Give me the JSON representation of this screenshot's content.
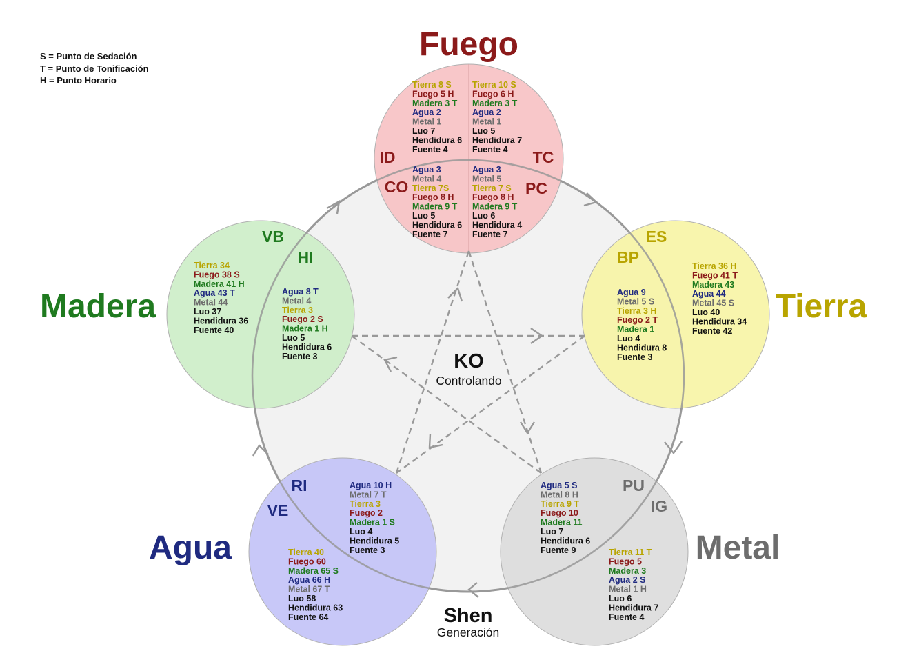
{
  "legend": [
    "S = Punto de Sedación",
    "T = Punto de Tonificación",
    "H = Punto Horario"
  ],
  "colors": {
    "fuego": "#8b1a1a",
    "tierra": "#b8a400",
    "madera": "#1f7a1f",
    "agua": "#1f2a80",
    "metal": "#6d6d6d",
    "black": "#111111",
    "fuego_fill": "#f7c2c4",
    "madera_fill": "#cdeec8",
    "tierra_fill": "#f7f4a6",
    "agua_fill": "#c3c3f7",
    "metal_fill": "#dcdcdc",
    "center_fill": "#f2f2f2",
    "line": "#999999"
  },
  "center": {
    "ko": "KO",
    "ko_sub": "Controlando",
    "shen": "Shen",
    "shen_sub": "Generación"
  },
  "elements": {
    "fuego": {
      "name": "Fuego",
      "organs": {
        "id": "ID",
        "tc": "TC",
        "co": "CO",
        "pc": "PC"
      },
      "lists": {
        "id": [
          {
            "t": "Tierra 8 S",
            "c": "tierra"
          },
          {
            "t": "Fuego 5 H",
            "c": "fuego"
          },
          {
            "t": "Madera 3 T",
            "c": "madera"
          },
          {
            "t": "Agua 2",
            "c": "agua"
          },
          {
            "t": "Metal 1",
            "c": "metal"
          },
          {
            "t": "Luo 7",
            "c": "black"
          },
          {
            "t": "Hendidura 6",
            "c": "black"
          },
          {
            "t": "Fuente 4",
            "c": "black"
          }
        ],
        "tc": [
          {
            "t": "Tierra 10 S",
            "c": "tierra"
          },
          {
            "t": "Fuego 6 H",
            "c": "fuego"
          },
          {
            "t": "Madera 3 T",
            "c": "madera"
          },
          {
            "t": "Agua 2",
            "c": "agua"
          },
          {
            "t": "Metal 1",
            "c": "metal"
          },
          {
            "t": "Luo 5",
            "c": "black"
          },
          {
            "t": "Hendidura 7",
            "c": "black"
          },
          {
            "t": "Fuente 4",
            "c": "black"
          }
        ],
        "co": [
          {
            "t": "Agua 3",
            "c": "agua"
          },
          {
            "t": "Metal 4",
            "c": "metal"
          },
          {
            "t": "Tierra 7S",
            "c": "tierra"
          },
          {
            "t": "Fuego 8 H",
            "c": "fuego"
          },
          {
            "t": "Madera 9 T",
            "c": "madera"
          },
          {
            "t": "Luo 5",
            "c": "black"
          },
          {
            "t": "Hendidura 6",
            "c": "black"
          },
          {
            "t": "Fuente 7",
            "c": "black"
          }
        ],
        "pc": [
          {
            "t": "Agua 3",
            "c": "agua"
          },
          {
            "t": "Metal 5",
            "c": "metal"
          },
          {
            "t": "Tierra 7 S",
            "c": "tierra"
          },
          {
            "t": "Fuego 8 H",
            "c": "fuego"
          },
          {
            "t": "Madera 9 T",
            "c": "madera"
          },
          {
            "t": "Luo 6",
            "c": "black"
          },
          {
            "t": "Hendidura 4",
            "c": "black"
          },
          {
            "t": "Fuente 7",
            "c": "black"
          }
        ]
      }
    },
    "madera": {
      "name": "Madera",
      "organs": {
        "vb": "VB",
        "hi": "HI"
      },
      "lists": {
        "vb": [
          {
            "t": "Tierra 34",
            "c": "tierra"
          },
          {
            "t": "Fuego 38 S",
            "c": "fuego"
          },
          {
            "t": "Madera 41 H",
            "c": "madera"
          },
          {
            "t": "Agua 43 T",
            "c": "agua"
          },
          {
            "t": "Metal 44",
            "c": "metal"
          },
          {
            "t": "Luo 37",
            "c": "black"
          },
          {
            "t": "Hendidura 36",
            "c": "black"
          },
          {
            "t": "Fuente 40",
            "c": "black"
          }
        ],
        "hi": [
          {
            "t": "Agua 8 T",
            "c": "agua"
          },
          {
            "t": "Metal 4",
            "c": "metal"
          },
          {
            "t": "Tierra 3",
            "c": "tierra"
          },
          {
            "t": "Fuego 2 S",
            "c": "fuego"
          },
          {
            "t": "Madera 1 H",
            "c": "madera"
          },
          {
            "t": "Luo 5",
            "c": "black"
          },
          {
            "t": "Hendidura 6",
            "c": "black"
          },
          {
            "t": "Fuente 3",
            "c": "black"
          }
        ]
      }
    },
    "tierra": {
      "name": "Tierra",
      "organs": {
        "es": "ES",
        "bp": "BP"
      },
      "lists": {
        "es": [
          {
            "t": "Tierra 36 H",
            "c": "tierra"
          },
          {
            "t": "Fuego 41 T",
            "c": "fuego"
          },
          {
            "t": "Madera 43",
            "c": "madera"
          },
          {
            "t": "Agua 44",
            "c": "agua"
          },
          {
            "t": "Metal 45 S",
            "c": "metal"
          },
          {
            "t": "Luo 40",
            "c": "black"
          },
          {
            "t": "Hendidura 34",
            "c": "black"
          },
          {
            "t": "Fuente 42",
            "c": "black"
          }
        ],
        "bp": [
          {
            "t": "Agua 9",
            "c": "agua"
          },
          {
            "t": "Metal 5 S",
            "c": "metal"
          },
          {
            "t": "Tierra 3 H",
            "c": "tierra"
          },
          {
            "t": "Fuego 2 T",
            "c": "fuego"
          },
          {
            "t": "Madera 1",
            "c": "madera"
          },
          {
            "t": "Luo 4",
            "c": "black"
          },
          {
            "t": "Hendidura 8",
            "c": "black"
          },
          {
            "t": "Fuente 3",
            "c": "black"
          }
        ]
      }
    },
    "agua": {
      "name": "Agua",
      "organs": {
        "ri": "RI",
        "ve": "VE"
      },
      "lists": {
        "ri": [
          {
            "t": "Agua 10 H",
            "c": "agua"
          },
          {
            "t": "Metal 7 T",
            "c": "metal"
          },
          {
            "t": "Tierra 3",
            "c": "tierra"
          },
          {
            "t": "Fuego 2",
            "c": "fuego"
          },
          {
            "t": "Madera 1 S",
            "c": "madera"
          },
          {
            "t": "Luo 4",
            "c": "black"
          },
          {
            "t": "Hendidura 5",
            "c": "black"
          },
          {
            "t": "Fuente 3",
            "c": "black"
          }
        ],
        "ve": [
          {
            "t": "Tierra 40",
            "c": "tierra"
          },
          {
            "t": "Fuego 60",
            "c": "fuego"
          },
          {
            "t": "Madera 65 S",
            "c": "madera"
          },
          {
            "t": "Agua 66 H",
            "c": "agua"
          },
          {
            "t": "Metal 67 T",
            "c": "metal"
          },
          {
            "t": "Luo 58",
            "c": "black"
          },
          {
            "t": "Hendidura 63",
            "c": "black"
          },
          {
            "t": "Fuente 64",
            "c": "black"
          }
        ]
      }
    },
    "metal": {
      "name": "Metal",
      "organs": {
        "pu": "PU",
        "ig": "IG"
      },
      "lists": {
        "pu": [
          {
            "t": "Agua 5 S",
            "c": "agua"
          },
          {
            "t": "Metal 8 H",
            "c": "metal"
          },
          {
            "t": "Tierra 9 T",
            "c": "tierra"
          },
          {
            "t": "Fuego 10",
            "c": "fuego"
          },
          {
            "t": "Madera 11",
            "c": "madera"
          },
          {
            "t": "Luo 7",
            "c": "black"
          },
          {
            "t": "Hendidura 6",
            "c": "black"
          },
          {
            "t": "Fuente 9",
            "c": "black"
          }
        ],
        "ig": [
          {
            "t": "Tierra 11 T",
            "c": "tierra"
          },
          {
            "t": "Fuego 5",
            "c": "fuego"
          },
          {
            "t": "Madera 3",
            "c": "madera"
          },
          {
            "t": "Agua 2 S",
            "c": "agua"
          },
          {
            "t": "Metal 1 H",
            "c": "metal"
          },
          {
            "t": "Luo 6",
            "c": "black"
          },
          {
            "t": "Hendidura 7",
            "c": "black"
          },
          {
            "t": "Fuente 4",
            "c": "black"
          }
        ]
      }
    }
  }
}
